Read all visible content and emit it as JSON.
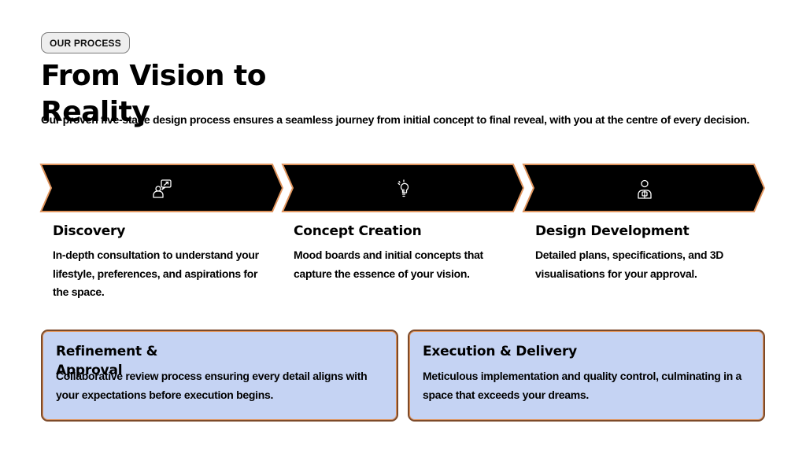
{
  "header": {
    "badge": "OUR PROCESS",
    "title": "From Vision to Reality",
    "subtitle": "Our proven five-stage design process ensures a seamless journey from initial concept to final reveal, with you at the centre of every decision."
  },
  "colors": {
    "chevron_fill": "#000000",
    "chevron_border": "#e0955e",
    "card_fill": "#c5d3f3",
    "card_border": "#7c4a2a",
    "icon_stroke": "#ffffff"
  },
  "steps": [
    {
      "icon": "consultation-icon",
      "title": "Discovery",
      "description": "In-depth consultation to understand your lifestyle, preferences, and aspirations for the space."
    },
    {
      "icon": "lightbulb-icon",
      "title": "Concept Creation",
      "description": "Mood boards and initial concepts that capture the essence of your vision."
    },
    {
      "icon": "designer-icon",
      "title": "Design Development",
      "description": "Detailed plans, specifications, and 3D visualisations for your approval."
    }
  ],
  "cards": [
    {
      "title": "Refinement & Approval",
      "description": "Collaborative review process ensuring every detail aligns with your expectations before execution begins."
    },
    {
      "title": "Execution & Delivery",
      "description": "Meticulous implementation and quality control, culminating in a space that exceeds your dreams."
    }
  ]
}
